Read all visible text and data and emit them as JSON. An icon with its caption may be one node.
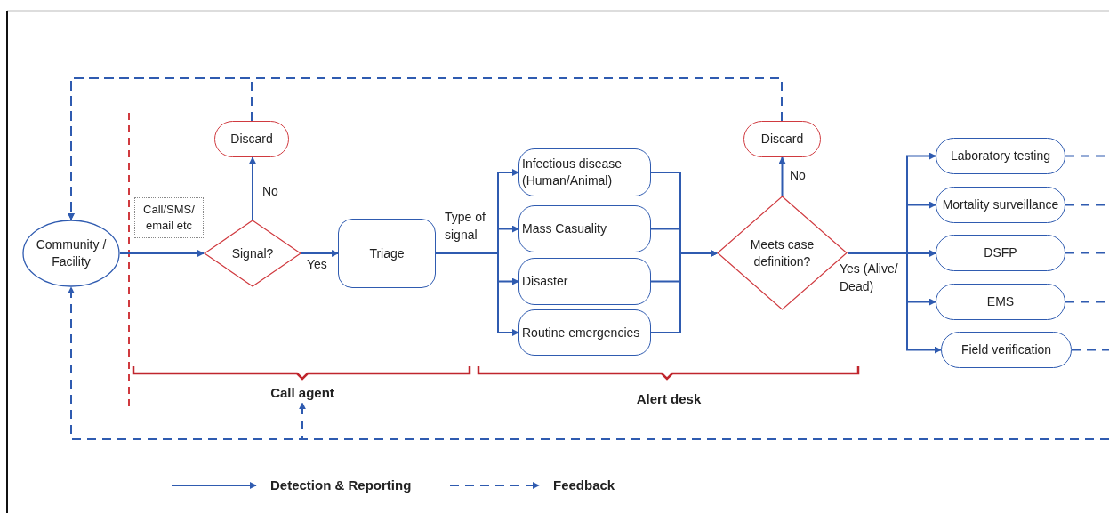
{
  "diagram": {
    "nodes": [
      {
        "text": [
          "Community / Facility"
        ]
      },
      {
        "text": [
          "Call/SMS/ email etc"
        ]
      },
      {
        "text": [
          "Signal?"
        ]
      },
      {
        "text": [
          "Discard"
        ]
      },
      {
        "text": [
          "Triage"
        ]
      },
      {
        "text": [
          "Infectious disease (Human/Animal)"
        ]
      },
      {
        "text": [
          "Mass Casuality"
        ]
      },
      {
        "text": [
          "Disaster"
        ]
      },
      {
        "text": [
          "Routine emergencies"
        ]
      },
      {
        "text": [
          "Meets case definition?"
        ]
      },
      {
        "text": [
          "Discard"
        ]
      },
      {
        "text": [
          "Laboratory testing"
        ]
      },
      {
        "text": [
          "Mortality surveillance"
        ]
      },
      {
        "text": [
          "DSFP"
        ]
      },
      {
        "text": [
          "EMS"
        ]
      },
      {
        "text": [
          "Field verification"
        ]
      },
      {
        "text": [
          "Call agent"
        ]
      }
    ],
    "edges": [
      {
        "from": 0,
        "to": 2,
        "arrow": "to"
      },
      {
        "from": 2,
        "to": 3,
        "arrow": "to",
        "label": "No"
      },
      {
        "from": 2,
        "to": 4,
        "arrow": "to",
        "label": "Yes"
      },
      {
        "from": 4,
        "to": 5,
        "arrow": "to"
      },
      {
        "from": 4,
        "to": 6,
        "arrow": "to"
      },
      {
        "from": 4,
        "to": 7,
        "arrow": "to"
      },
      {
        "from": 4,
        "to": 8,
        "arrow": "to"
      },
      {
        "from": 5,
        "to": 9,
        "arrow": "to"
      },
      {
        "from": 6,
        "to": 9,
        "arrow": "to"
      },
      {
        "from": 7,
        "to": 9,
        "arrow": "to"
      },
      {
        "from": 8,
        "to": 9,
        "arrow": "to"
      },
      {
        "from": 9,
        "to": 10,
        "arrow": "to",
        "label": "No"
      },
      {
        "from": 9,
        "to": 11,
        "arrow": "to"
      },
      {
        "from": 9,
        "to": 12,
        "arrow": "to"
      },
      {
        "from": 9,
        "to": 13,
        "arrow": "to",
        "label": "Yes (Alive/ Dead)"
      },
      {
        "from": 9,
        "to": 14,
        "arrow": "to"
      },
      {
        "from": 9,
        "to": 15,
        "arrow": "to"
      },
      {
        "from": 3,
        "to": 0,
        "arrow": "to",
        "style": "dashed"
      },
      {
        "from": 10,
        "to": 0,
        "arrow": "to",
        "style": "dashed"
      },
      {
        "from": 11,
        "to": null,
        "arrow": "none",
        "style": "dashed"
      },
      {
        "from": 12,
        "to": null,
        "arrow": "none",
        "style": "dashed"
      },
      {
        "from": 13,
        "to": null,
        "arrow": "none",
        "style": "dashed"
      },
      {
        "from": 14,
        "to": null,
        "arrow": "none",
        "style": "dashed"
      },
      {
        "from": 15,
        "to": null,
        "arrow": "none",
        "style": "dashed"
      },
      {
        "from": null,
        "to": 0,
        "arrow": "to",
        "style": "dashed"
      },
      {
        "from": null,
        "to": 16,
        "arrow": "to",
        "style": "dashed"
      }
    ],
    "labels": [
      "Type of signal",
      "Alert desk"
    ],
    "legend": [
      {
        "text": "Detection & Reporting"
      },
      {
        "text": "Feedback"
      }
    ]
  }
}
